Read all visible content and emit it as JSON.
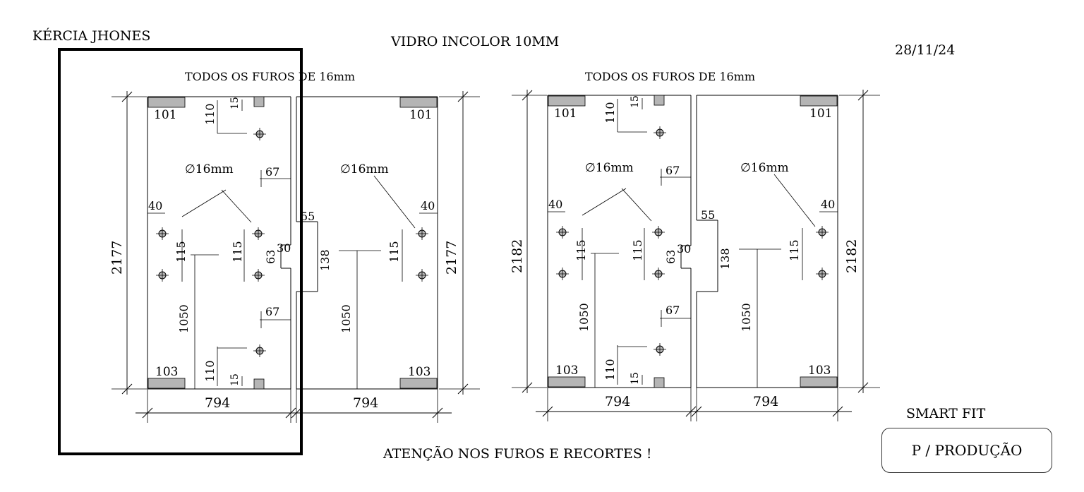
{
  "header": {
    "client": "KÉRCIA JHONES",
    "title": "VIDRO INCOLOR 10MM",
    "date": "28/11/24"
  },
  "footer": {
    "warning": "ATENÇÃO NOS FUROS E RECORTES !",
    "company": "SMART FIT",
    "stamp": "P / PRODUÇÃO"
  },
  "drawings": [
    {
      "note": "TODOS OS FUROS DE 16mm",
      "height": "2177",
      "panels": [
        {
          "width": "794",
          "mount_top": "101",
          "mount_bottom": "103",
          "hole_label": "∅16mm",
          "dims": [
            "40",
            "115",
            "1050",
            "110",
            "15",
            "67",
            "115",
            "67",
            "110",
            "15",
            "30",
            "63"
          ]
        },
        {
          "width": "794",
          "mount_top": "101",
          "mount_bottom": "103",
          "hole_label": "∅16mm",
          "dims": [
            "40",
            "115",
            "1050",
            "55",
            "138"
          ]
        }
      ]
    },
    {
      "note": "TODOS OS FUROS DE 16mm",
      "height": "2182",
      "panels": [
        {
          "width": "794",
          "mount_top": "101",
          "mount_bottom": "103",
          "hole_label": "∅16mm",
          "dims": [
            "40",
            "115",
            "1050",
            "110",
            "15",
            "67",
            "115",
            "67",
            "110",
            "15",
            "30",
            "63"
          ]
        },
        {
          "width": "794",
          "mount_top": "101",
          "mount_bottom": "103",
          "hole_label": "∅16mm",
          "dims": [
            "40",
            "115",
            "1050",
            "55",
            "138"
          ]
        }
      ]
    }
  ]
}
